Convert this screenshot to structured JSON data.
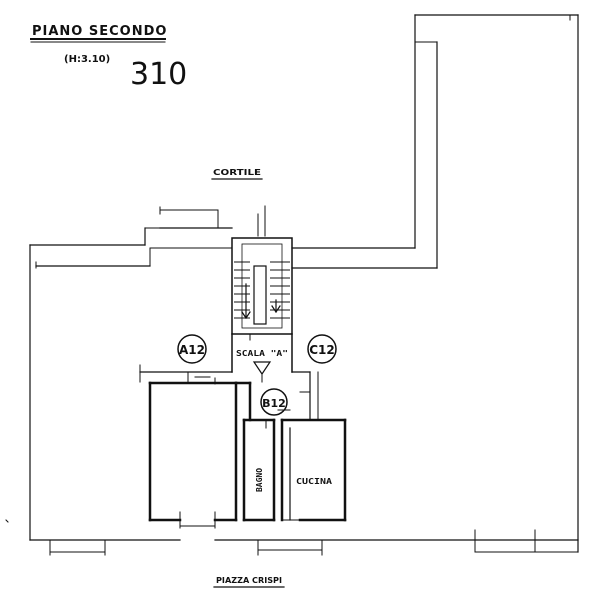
{
  "sheet": {
    "title": "PIANO SECONDO",
    "height_note": "(H:3.10)",
    "number": "310"
  },
  "labels": {
    "courtyard": "CORTILE",
    "square": "PIAZZA CRISPI",
    "staircase": "SCALA \"A\"",
    "bathroom": "BAGNO",
    "kitchen": "CUCINA"
  },
  "units": {
    "left": "A12",
    "center": "B12",
    "right": "C12"
  }
}
